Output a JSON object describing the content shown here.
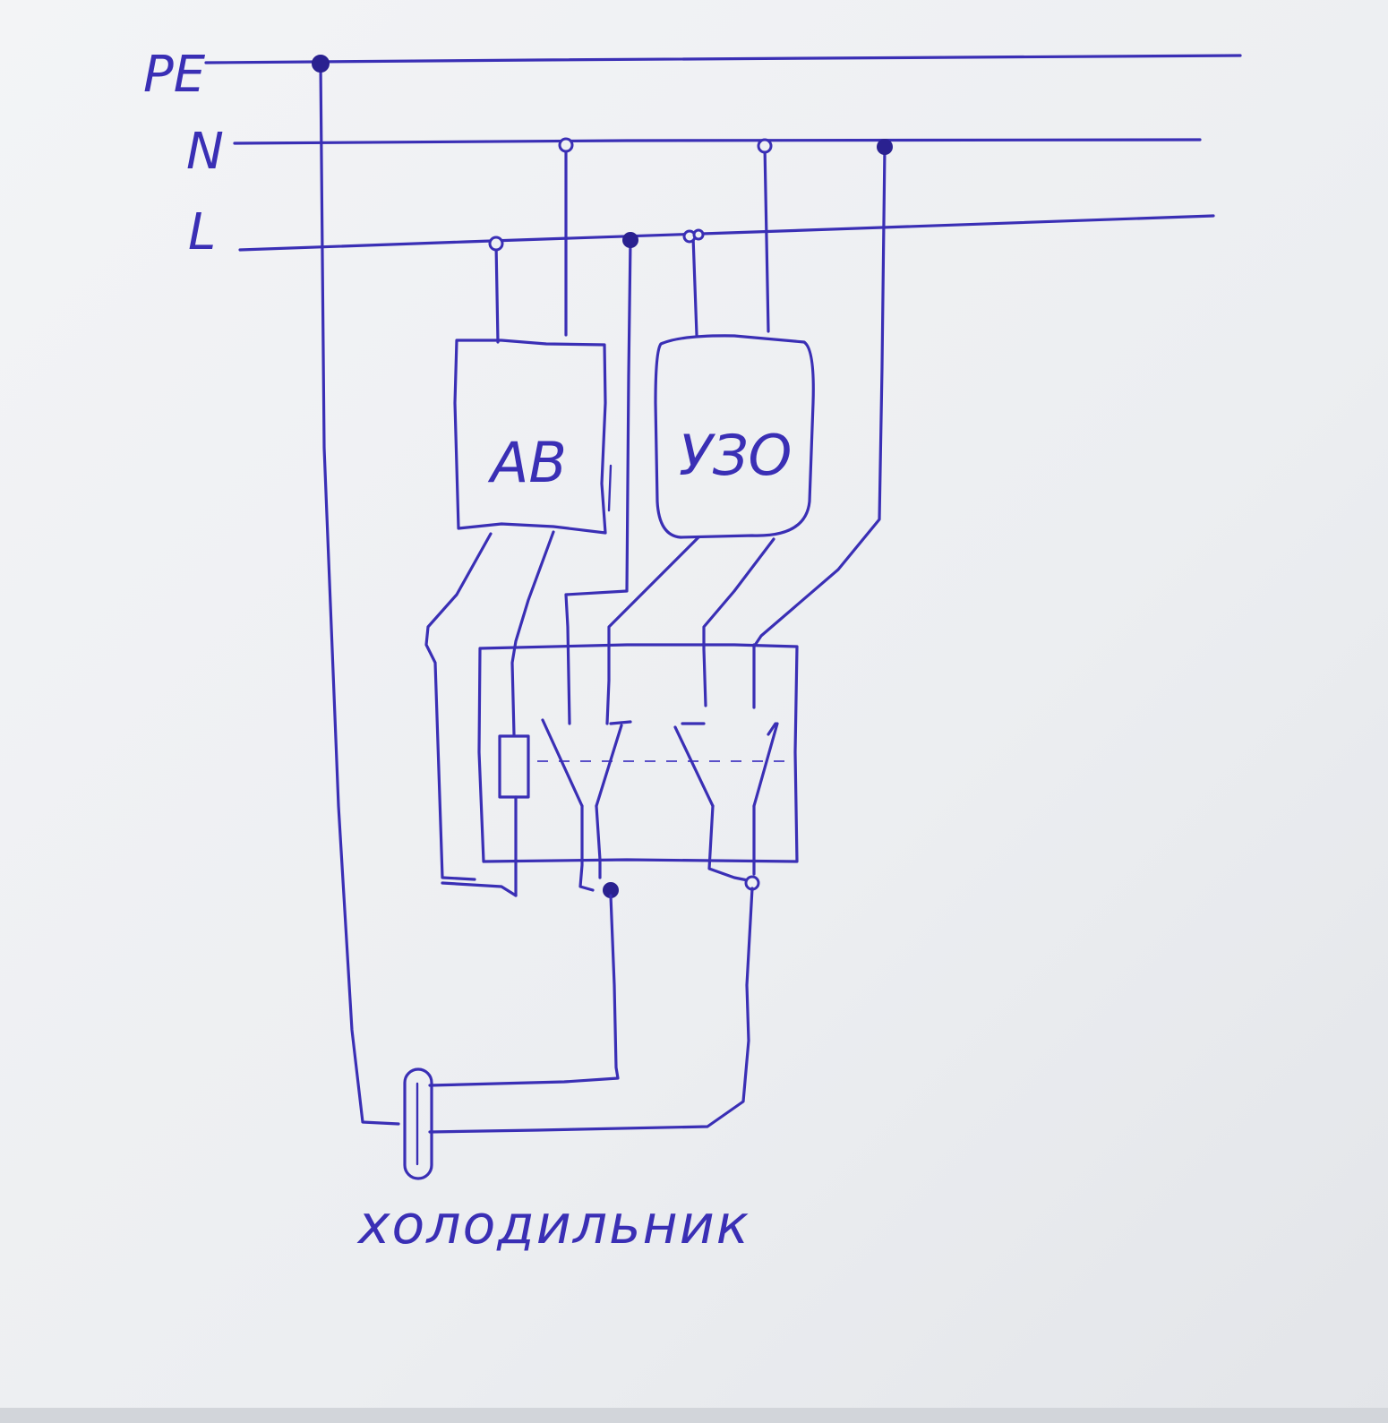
{
  "buses": {
    "pe": "PE",
    "n": "N",
    "l": "L"
  },
  "devices": {
    "breaker": "AB",
    "rcd": "УЗО"
  },
  "load": {
    "caption": "холодильник"
  },
  "colors": {
    "ink": "#3a2fb5",
    "paper": "#eef0f3"
  }
}
